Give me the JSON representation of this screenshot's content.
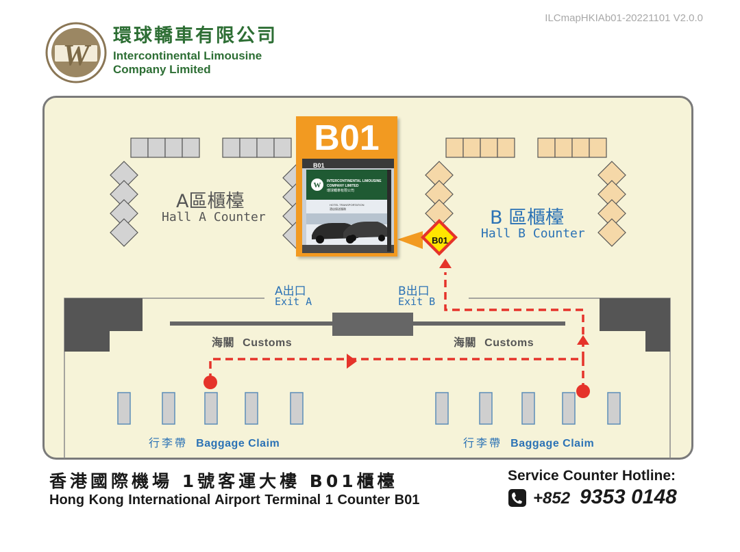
{
  "header": {
    "version": "ILCmapHKIAb01-20221101 V2.0.0",
    "brand_zh": "環球轎車有限公司",
    "brand_en_line1": "Intercontinental Limousine",
    "brand_en_line2": "Company Limited",
    "logo_letter": "W"
  },
  "map": {
    "hall_a": {
      "zh": "A區櫃檯",
      "en": "Hall A Counter"
    },
    "hall_b": {
      "zh": "B 區櫃檯",
      "en": "Hall B Counter"
    },
    "counter": {
      "title": "B01",
      "marker": "B01",
      "photo_sign_code": "B01",
      "photo_sign_en_1": "INTERCONTINENTAL LIMOUSINE",
      "photo_sign_en_2": "COMPANY LIMITED",
      "photo_sign_zh": "環球轎車有限公司",
      "photo_banner_1": "HOTEL TRANSPORTATION",
      "photo_banner_2": "酒店接送服務"
    },
    "exit_a": {
      "zh": "A出口",
      "en": "Exit A"
    },
    "exit_b": {
      "zh": "B出口",
      "en": "Exit B"
    },
    "customs_left": {
      "zh": "海關",
      "en": "Customs"
    },
    "customs_right": {
      "zh": "海關",
      "en": "Customs"
    },
    "baggage_left": {
      "zh": "行李帶",
      "en": "Baggage Claim"
    },
    "baggage_right": {
      "zh": "行李帶",
      "en": "Baggage Claim"
    }
  },
  "footer": {
    "location_zh": "香港國際機場 1號客運大樓  B01櫃檯",
    "location_en": "Hong Kong International Airport   Terminal 1 Counter B01",
    "hotline_label": "Service Counter Hotline:",
    "hotline_prefix": "+852",
    "hotline_number": "9353 0148"
  },
  "colors": {
    "brand_green": "#2d6e34",
    "accent_orange": "#f29a21",
    "route_red": "#e5332a",
    "hall_b_blue": "#2b72b5",
    "map_background": "#f6f3d8"
  }
}
